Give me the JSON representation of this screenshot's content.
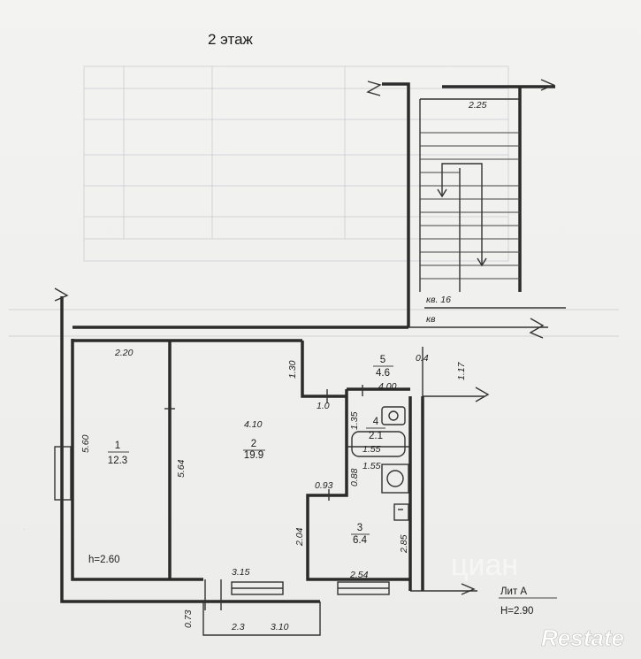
{
  "title": "2 этаж",
  "rooms": [
    {
      "number": "1",
      "area": "12.3"
    },
    {
      "number": "2",
      "area": "19.9"
    },
    {
      "number": "3",
      "area": "6.4"
    },
    {
      "number": "4",
      "area": "2.1"
    },
    {
      "number": "5",
      "area": "4.6"
    }
  ],
  "dimensions": {
    "d_2_20": "2.20",
    "d_5_60": "5.60",
    "d_5_64": "5.64",
    "d_4_10": "4.10",
    "d_1_30": "1.30",
    "d_1_0": "1.0",
    "d_4_00": "4.00",
    "d_1_35": "1.35",
    "d_1_55a": "1.55",
    "d_1_55b": "1.55",
    "d_0_88": "0.88",
    "d_0_93": "0.93",
    "d_2_04": "2.04",
    "d_2_85": "2.85",
    "d_3_15": "3.15",
    "d_2_54": "2.54",
    "d_0_73": "0.73",
    "d_2_3": "2.3",
    "d_3_10": "3.10",
    "d_0_4": "0.4",
    "d_1_17": "1.17",
    "d_2_25": "2.25"
  },
  "ceiling_height": "h=2.60",
  "stair_labels": {
    "kv16": "кв. 16",
    "kv": "кв"
  },
  "lit_label": "Лит А",
  "building_height": "Н=2.90",
  "watermark": "циан",
  "brand": "Restate"
}
